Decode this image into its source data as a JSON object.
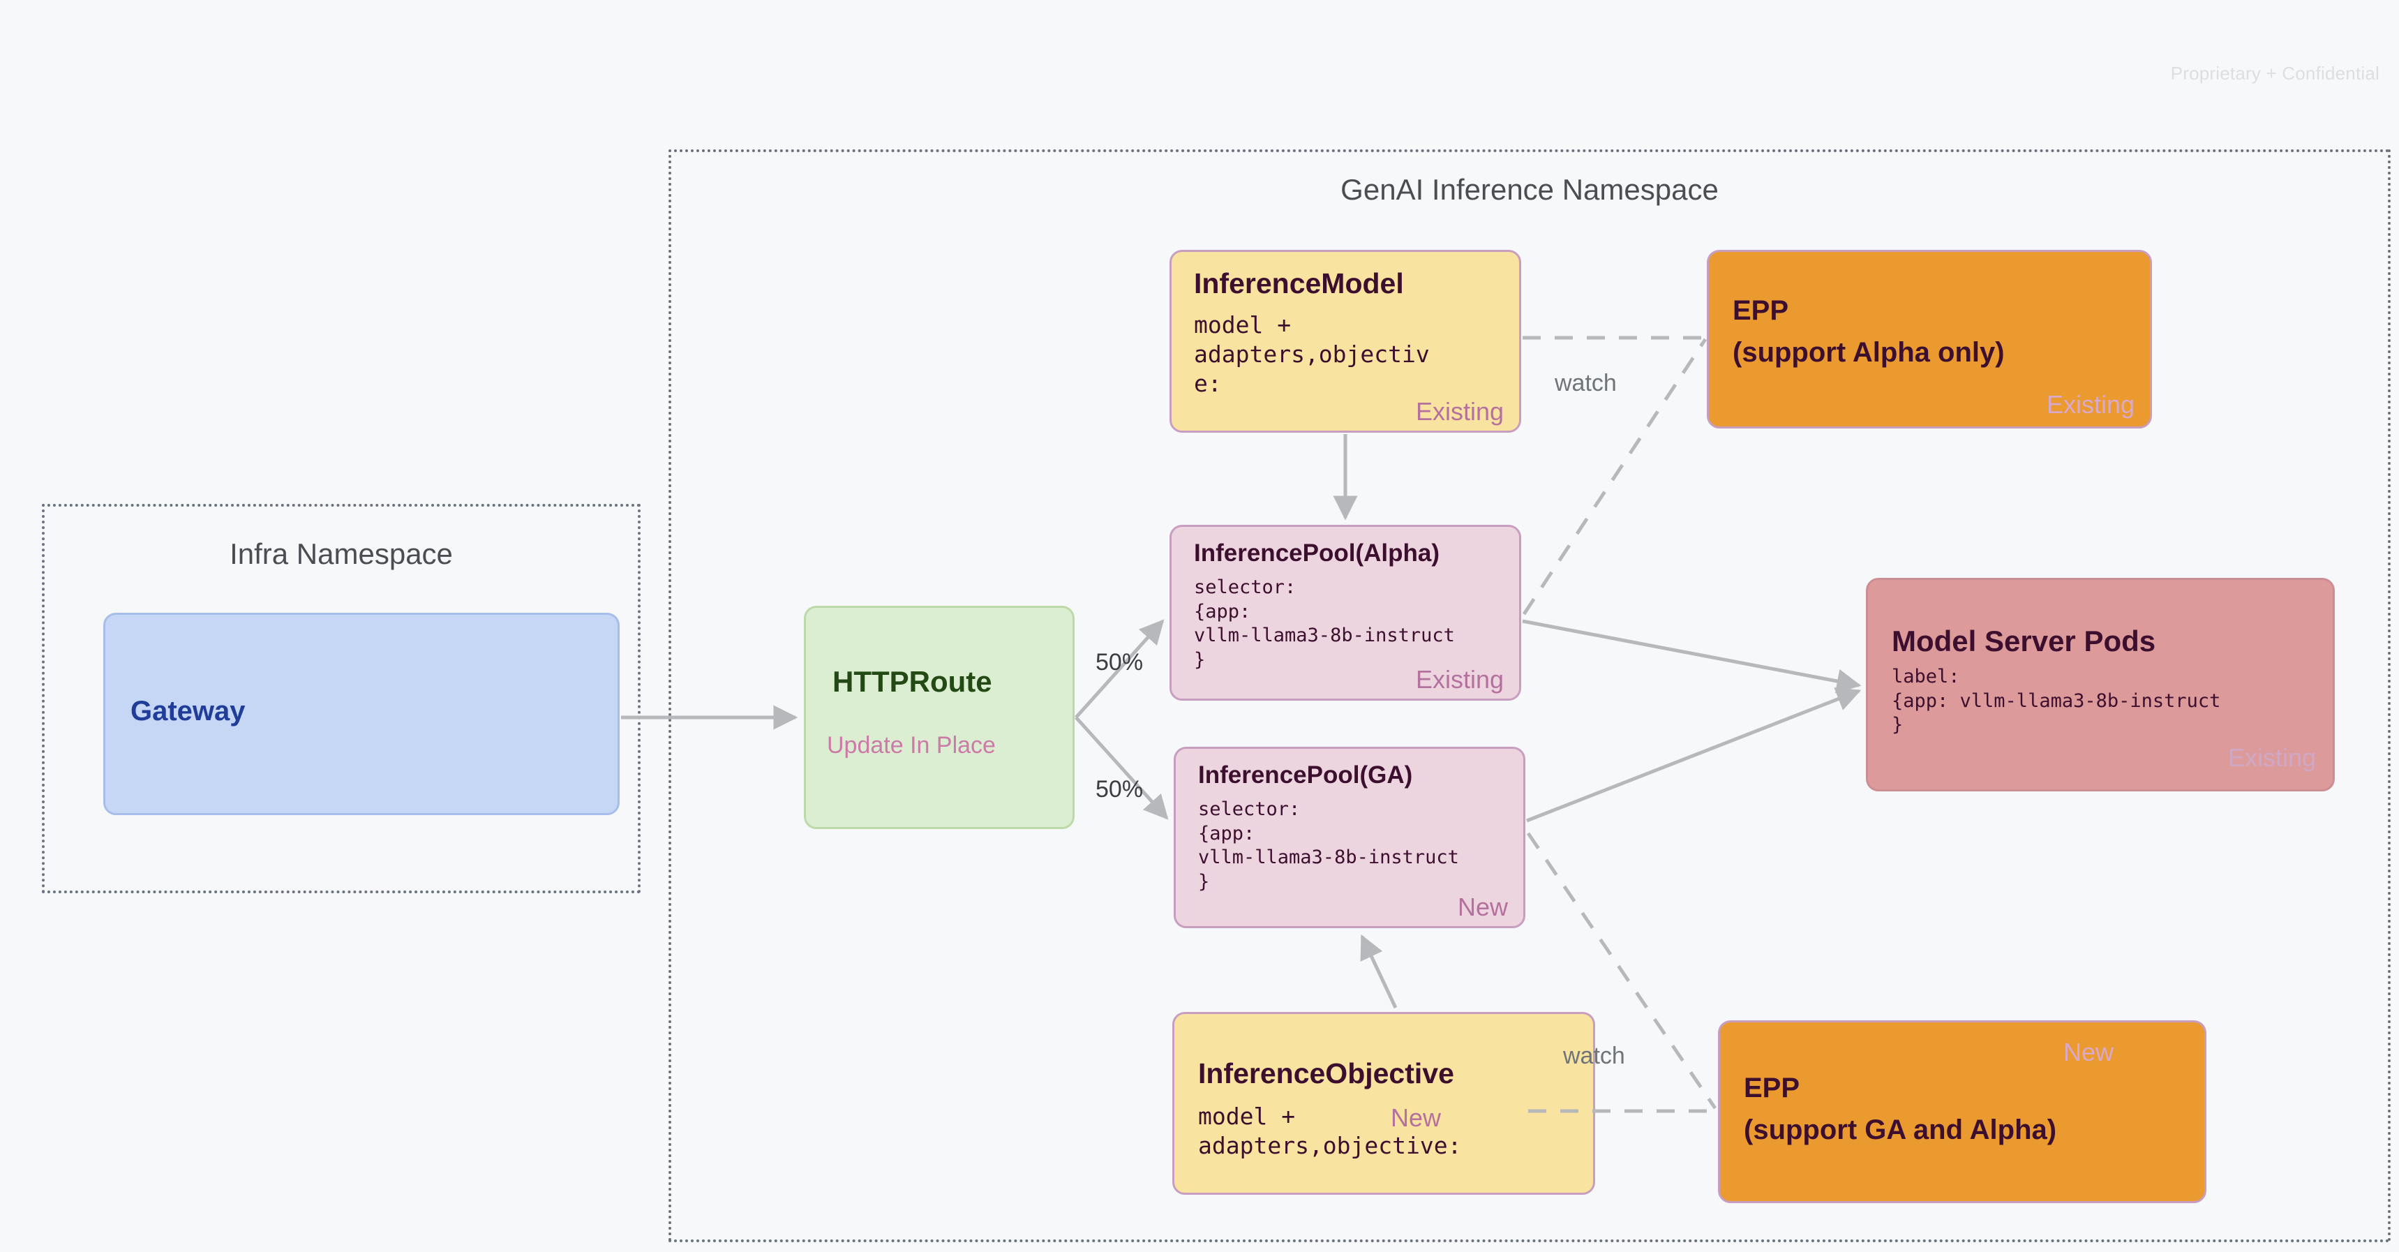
{
  "page": {
    "confidential": "Proprietary + Confidential"
  },
  "namespaces": [
    {
      "id": "infra",
      "title": "Infra Namespace"
    },
    {
      "id": "genai",
      "title": "GenAI Inference Namespace"
    }
  ],
  "nodes": {
    "gateway": {
      "title": "Gateway"
    },
    "httproute": {
      "title": "HTTPRoute",
      "tag": "Update In Place"
    },
    "inference_model": {
      "title": "InferenceModel",
      "body": "model +\nadapters,objectiv\ne:",
      "tag": "Existing"
    },
    "inference_pool_alpha": {
      "title": "InferencePool(Alpha)",
      "body": "selector:\n{app:\nvllm-llama3-8b-instruct\n}",
      "tag": "Existing"
    },
    "inference_pool_ga": {
      "title": "InferencePool(GA)",
      "body": "selector:\n{app:\nvllm-llama3-8b-instruct\n}",
      "tag": "New"
    },
    "inference_objective": {
      "title": "InferenceObjective",
      "body": "model +\nadapters,objective:",
      "tag": "New"
    },
    "epp_alpha": {
      "title_line1": "EPP",
      "title_line2": "(support Alpha only)",
      "tag": "Existing"
    },
    "epp_ga": {
      "title_line1": "EPP",
      "title_line2": "(support GA and Alpha)",
      "tag": "New"
    },
    "model_server_pods": {
      "title": "Model Server Pods",
      "body": "label:\n{app: vllm-llama3-8b-instruct\n}",
      "tag": "Existing"
    }
  },
  "edges": {
    "split_top": "50%",
    "split_bottom": "50%",
    "watch_top": "watch",
    "watch_bottom": "watch"
  },
  "colors": {
    "background": "#f7f8fa",
    "gateway_fill": "#c6d7f5",
    "httproute_fill": "#dceed1",
    "yellow_fill": "#f9e3a0",
    "pink_fill": "#edd5e0",
    "orange_fill": "#eb9a30",
    "red_fill": "#dd9a9a",
    "card_border": "#c79ec0",
    "tag_text": "#b5719e",
    "wire": "#b6b8bb",
    "namespace_border": "#6b7280"
  }
}
